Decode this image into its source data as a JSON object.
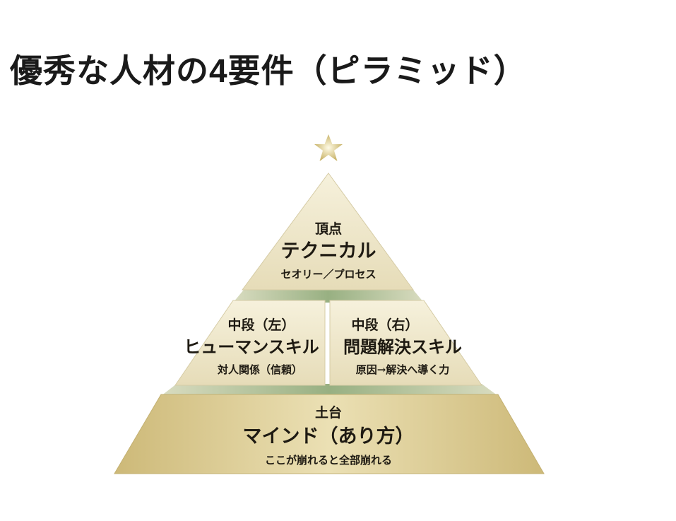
{
  "title": "優秀な人材の4要件（ピラミッド）",
  "pyramid": {
    "top": {
      "level": "頂点",
      "name": "テクニカル",
      "desc": "セオリー／プロセス"
    },
    "middle_left": {
      "level": "中段（左）",
      "name": "ヒューマンスキル",
      "desc": "対人関係（信頼）"
    },
    "middle_right": {
      "level": "中段（右）",
      "name": "問題解決スキル",
      "desc": "原因→解決へ導く力"
    },
    "base": {
      "level": "土台",
      "name": "マインド（あり方）",
      "desc": "ここが崩れると全部崩れる"
    }
  },
  "icons": {
    "apex": "star-icon"
  },
  "colors": {
    "block": "#efe8cc",
    "base": "#d9c88e",
    "band": "#9fb48a",
    "star": "#d8c680"
  }
}
